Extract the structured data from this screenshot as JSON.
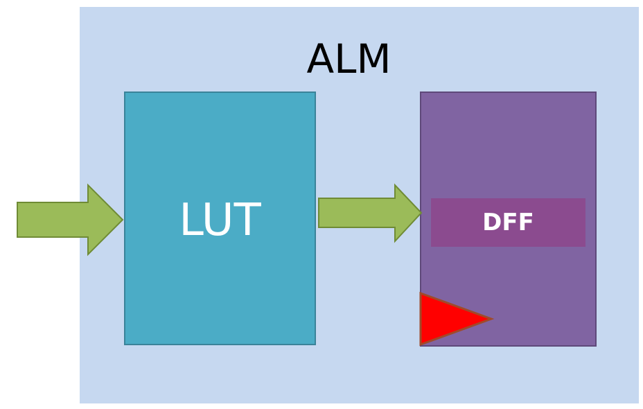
{
  "diagram": {
    "container_label": "ALM",
    "lut_label": "LUT",
    "dff_label": "DFF"
  },
  "colors": {
    "container_fill": "#c6d8f0",
    "lut_fill": "#4bacc6",
    "dff_container_fill": "#8064a2",
    "dff_bar_fill": "#8b4b8f",
    "arrow_fill": "#9bbb59",
    "arrow_stroke": "#6f8b35",
    "clock_triangle_fill": "#ff0000",
    "clock_triangle_stroke": "#a04a2a"
  }
}
